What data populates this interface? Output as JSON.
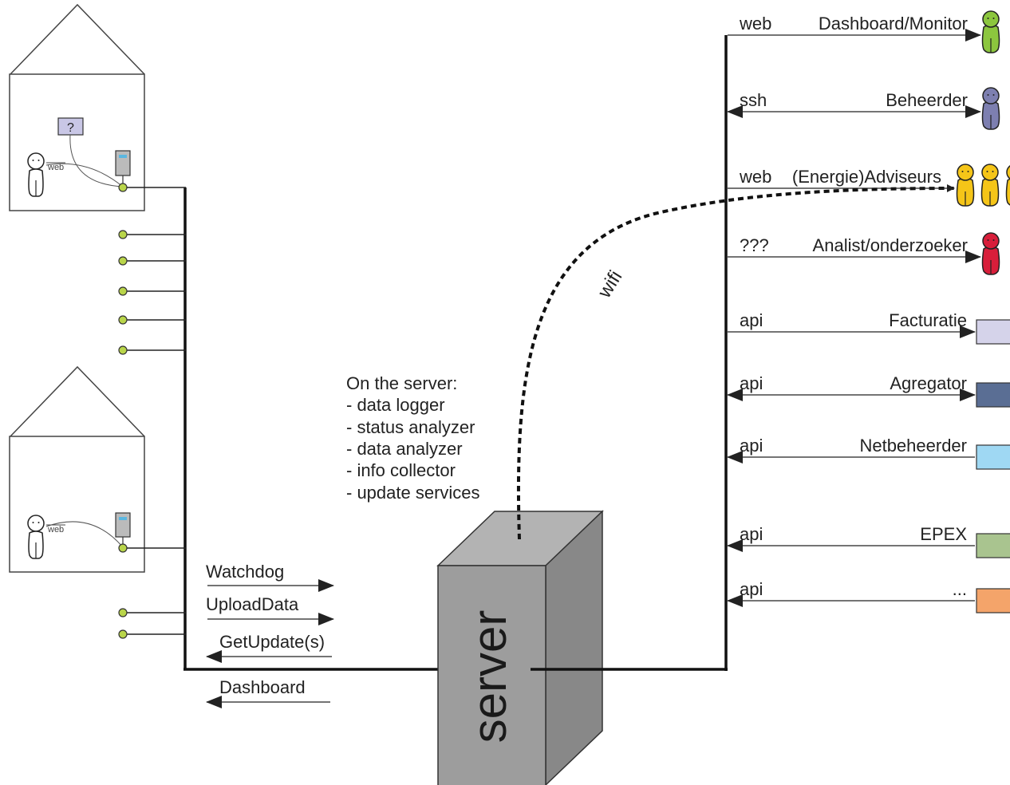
{
  "houses": [
    {
      "question_mark": "?",
      "web_label": "web"
    },
    {
      "web_label": "web"
    }
  ],
  "left_arrows": {
    "watchdog": "Watchdog",
    "upload": "UploadData",
    "getupdate": "GetUpdate(s)",
    "dashboard": "Dashboard"
  },
  "server_info": {
    "title": "On the server:",
    "items": [
      "- data logger",
      "- status analyzer",
      "- data analyzer",
      "- info collector",
      "- update services"
    ]
  },
  "server_label": "server",
  "wifi_label": "wifi",
  "right_connections": [
    {
      "protocol": "web",
      "name": "Dashboard/Monitor",
      "kind": "person",
      "color": "#8cc63e",
      "direction": "out"
    },
    {
      "protocol": "ssh",
      "name": "Beheerder",
      "kind": "person",
      "color": "#7d7fb0",
      "direction": "both"
    },
    {
      "protocol": "web",
      "name": "(Energie)Adviseurs",
      "kind": "persons",
      "color": "#f5c518",
      "direction": "none"
    },
    {
      "protocol": "???",
      "name": "Analist/onderzoeker",
      "kind": "person",
      "color": "#d81e3a",
      "direction": "out"
    },
    {
      "protocol": "api",
      "name": "Facturatie",
      "kind": "box",
      "color": "#d5d3ea",
      "direction": "out"
    },
    {
      "protocol": "api",
      "name": "Agregator",
      "kind": "box",
      "color": "#5a6e94",
      "direction": "both"
    },
    {
      "protocol": "api",
      "name": "Netbeheerder",
      "kind": "box",
      "color": "#9fd8f3",
      "direction": "in"
    },
    {
      "protocol": "api",
      "name": "EPEX",
      "kind": "box",
      "color": "#a9c48f",
      "direction": "in"
    },
    {
      "protocol": "api",
      "name": "...",
      "kind": "box",
      "color": "#f4a46a",
      "direction": "in"
    }
  ]
}
